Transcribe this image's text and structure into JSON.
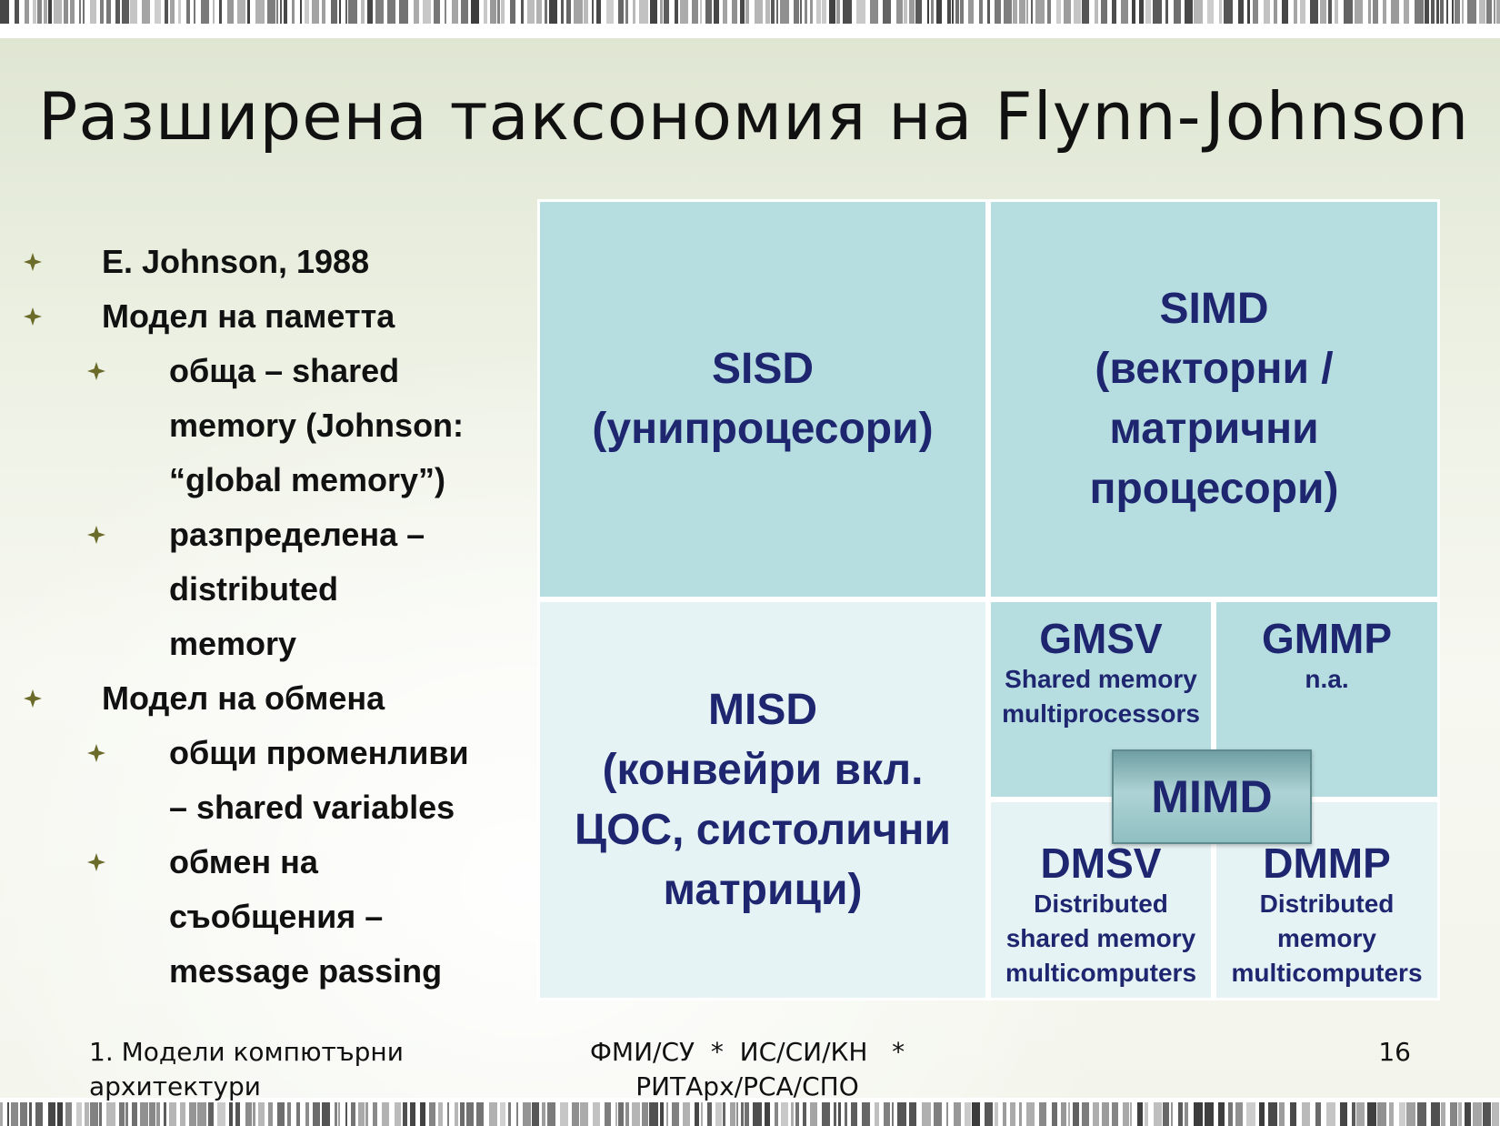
{
  "title": "Разширена таксономия на Flynn-Johnson",
  "bullets": [
    {
      "level": 1,
      "text": "E. Johnson, 1988"
    },
    {
      "level": 1,
      "text": "Модел на паметта"
    },
    {
      "level": 2,
      "text": "обща – shared"
    },
    {
      "level": 2,
      "text": "memory (Johnson:",
      "continuation": true
    },
    {
      "level": 2,
      "text": "“global memory”)",
      "continuation": true
    },
    {
      "level": 2,
      "text": "разпределена –"
    },
    {
      "level": 2,
      "text": "distributed",
      "continuation": true
    },
    {
      "level": 2,
      "text": "memory",
      "continuation": true
    },
    {
      "level": 1,
      "text": "Модел на обмена"
    },
    {
      "level": 2,
      "text": "общи променливи"
    },
    {
      "level": 2,
      "text": "– shared variables",
      "continuation": true
    },
    {
      "level": 2,
      "text": "обмен на"
    },
    {
      "level": 2,
      "text": "съобщения –",
      "continuation": true
    },
    {
      "level": 2,
      "text": "message passing",
      "continuation": true
    }
  ],
  "taxonomy": {
    "sisd": {
      "line1": "SISD",
      "line2": "(унипроцесори)"
    },
    "simd": {
      "line1": "SIMD",
      "line2": "(векторни /",
      "line3": "матрични",
      "line4": "процесори)"
    },
    "misd": {
      "line1": "MISD",
      "line2": "(конвейри вкл.",
      "line3": "ЦОС, систолични",
      "line4": "матрици)"
    },
    "gmsv": {
      "name": "GMSV",
      "desc1": "Shared memory",
      "desc2": "multiprocessors"
    },
    "gmmp": {
      "name": "GMMP",
      "desc1": "n.a."
    },
    "dmsv": {
      "name": "DMSV",
      "desc1": "Distributed",
      "desc2": "shared memory",
      "desc3": "multicomputers"
    },
    "dmmp": {
      "name": "DMMP",
      "desc1": "Distributed",
      "desc2": "memory",
      "desc3": "multicomputers"
    },
    "mimd": "MIMD"
  },
  "footer": {
    "left1": "1. Модели компютърни",
    "left2": "архитектури",
    "center1": "ФМИ/СУ  *  ИС/СИ/КН   *",
    "center2": "РИТАрх/РСА/СПО",
    "page": "16"
  },
  "colors": {
    "cell_dark": "#b6dde0",
    "cell_light": "#e6f3f4",
    "text_blue": "#1f2670",
    "bullet": "#6b6b2a"
  },
  "icons": {
    "bullet": "four-point-star-bullet-icon"
  }
}
